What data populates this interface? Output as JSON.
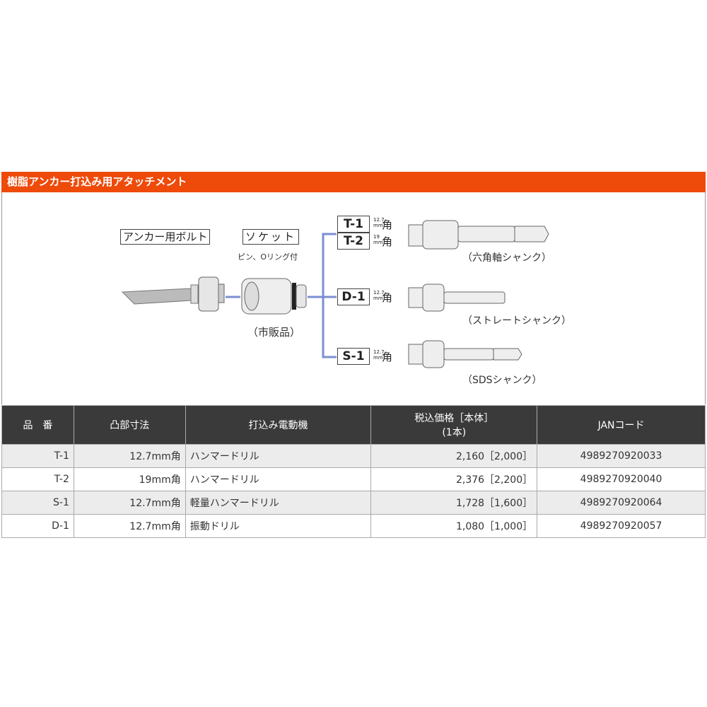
{
  "title": "樹脂アンカー打込み用アタッチメント",
  "diagram": {
    "anchor_bolt": "アンカー用ボルト",
    "socket": "ソケット",
    "socket_note": "ピン、Oリング付",
    "socket_market": "（市販品）",
    "codes": {
      "t1": "T-1",
      "t2": "T-2",
      "d1": "D-1",
      "s1": "S-1"
    },
    "size_127": "12.7",
    "size_19": "19",
    "size_unit": "mm",
    "kaku": "角",
    "hex_shank": "（六角軸シャンク）",
    "straight_shank": "（ストレートシャンク）",
    "sds_shank": "（SDSシャンク）",
    "line_color": "#7b8fd0"
  },
  "table": {
    "headers": [
      "品　番",
      "凸部寸法",
      "打込み電動機",
      "税込価格［本体］",
      "(1本)",
      "JANコード"
    ],
    "rows": [
      {
        "code": "T-1",
        "size": "12.7mm角",
        "tool": "ハンマードリル",
        "price": "2,160［2,000］",
        "jan": "4989270920033"
      },
      {
        "code": "T-2",
        "size": "19mm角",
        "tool": "ハンマードリル",
        "price": "2,376［2,200］",
        "jan": "4989270920040"
      },
      {
        "code": "S-1",
        "size": "12.7mm角",
        "tool": "軽量ハンマードリル",
        "price": "1,728［1,600］",
        "jan": "4989270920064"
      },
      {
        "code": "D-1",
        "size": "12.7mm角",
        "tool": "振動ドリル",
        "price": "1,080［1,000］",
        "jan": "4989270920057"
      }
    ]
  }
}
